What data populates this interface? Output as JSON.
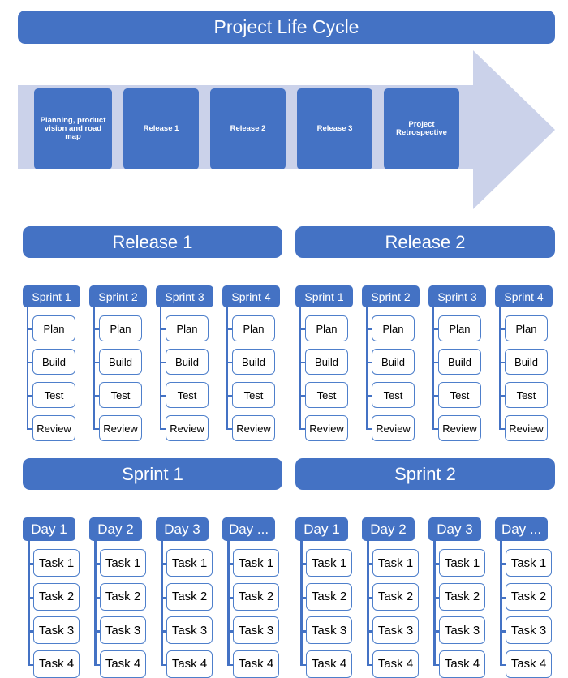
{
  "diagram": {
    "title": "Project Life Cycle",
    "accent_color": "#4472C4",
    "arrow_color": "#CBD2EA",
    "leaf_border_color": "#4E7FCB"
  },
  "lifecycle": {
    "stages": [
      "Planning, product vision and road map",
      "Release 1",
      "Release 2",
      "Release 3",
      "Project Retrospective"
    ]
  },
  "releases": [
    {
      "title": "Release 1",
      "columns": [
        {
          "header": "Sprint 1",
          "items": [
            "Plan",
            "Build",
            "Test",
            "Review"
          ]
        },
        {
          "header": "Sprint 2",
          "items": [
            "Plan",
            "Build",
            "Test",
            "Review"
          ]
        },
        {
          "header": "Sprint 3",
          "items": [
            "Plan",
            "Build",
            "Test",
            "Review"
          ]
        },
        {
          "header": "Sprint 4",
          "items": [
            "Plan",
            "Build",
            "Test",
            "Review"
          ]
        }
      ]
    },
    {
      "title": "Release 2",
      "columns": [
        {
          "header": "Sprint 1",
          "items": [
            "Plan",
            "Build",
            "Test",
            "Review"
          ]
        },
        {
          "header": "Sprint 2",
          "items": [
            "Plan",
            "Build",
            "Test",
            "Review"
          ]
        },
        {
          "header": "Sprint 3",
          "items": [
            "Plan",
            "Build",
            "Test",
            "Review"
          ]
        },
        {
          "header": "Sprint 4",
          "items": [
            "Plan",
            "Build",
            "Test",
            "Review"
          ]
        }
      ]
    }
  ],
  "sprints": [
    {
      "title": "Sprint 1",
      "columns": [
        {
          "header": "Day 1",
          "items": [
            "Task 1",
            "Task 2",
            "Task 3",
            "Task 4"
          ]
        },
        {
          "header": "Day 2",
          "items": [
            "Task 1",
            "Task 2",
            "Task 3",
            "Task 4"
          ]
        },
        {
          "header": "Day 3",
          "items": [
            "Task 1",
            "Task 2",
            "Task 3",
            "Task 4"
          ]
        },
        {
          "header": "Day ...",
          "items": [
            "Task 1",
            "Task 2",
            "Task 3",
            "Task 4"
          ]
        }
      ]
    },
    {
      "title": "Sprint 2",
      "columns": [
        {
          "header": "Day 1",
          "items": [
            "Task 1",
            "Task 2",
            "Task 3",
            "Task 4"
          ]
        },
        {
          "header": "Day 2",
          "items": [
            "Task 1",
            "Task 2",
            "Task 3",
            "Task 4"
          ]
        },
        {
          "header": "Day 3",
          "items": [
            "Task 1",
            "Task 2",
            "Task 3",
            "Task 4"
          ]
        },
        {
          "header": "Day ...",
          "items": [
            "Task 1",
            "Task 2",
            "Task 3",
            "Task 4"
          ]
        }
      ]
    }
  ]
}
